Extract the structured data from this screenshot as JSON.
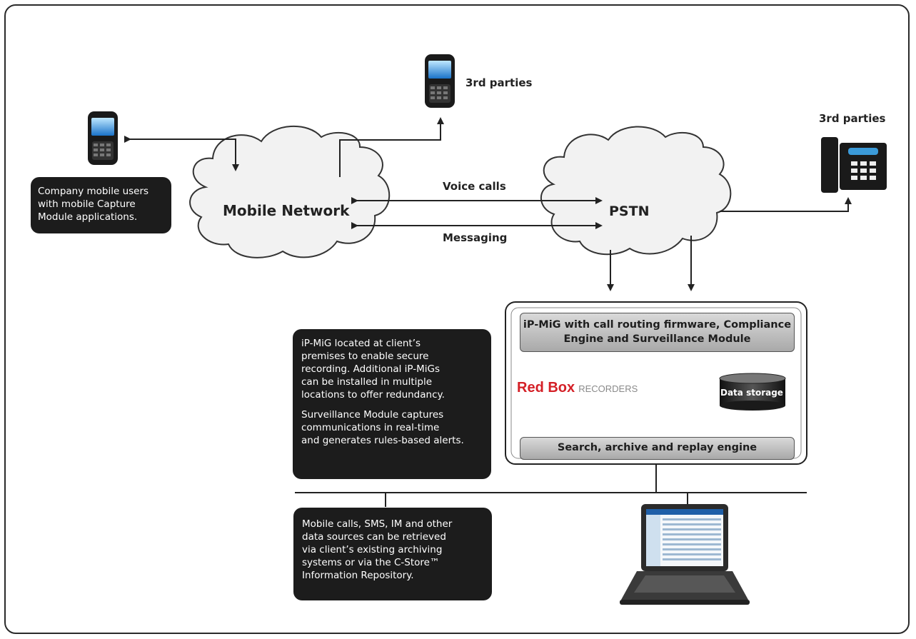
{
  "clouds": {
    "mobile_network": "Mobile Network",
    "pstn": "PSTN"
  },
  "labels": {
    "third_parties_mobile": "3rd parties",
    "third_parties_desk": "3rd parties",
    "voice_calls": "Voice calls",
    "messaging": "Messaging"
  },
  "notes": {
    "mobile_users": [
      "Company mobile users",
      "with mobile Capture",
      "Module applications."
    ],
    "ipmig_para1": [
      "iP-MiG located at client’s",
      "premises to enable secure",
      "recording. Additional iP-MiGs",
      "can be installed in multiple",
      "locations to offer redundancy."
    ],
    "ipmig_para2": [
      "Surveillance Module captures",
      "communications in real-time",
      "and generates rules-based alerts."
    ],
    "retrieval": [
      "Mobile calls, SMS, IM and other",
      "data sources can be retrieved",
      "via client’s existing archiving",
      "systems or via the C-Store™",
      "Information Repository."
    ]
  },
  "boxes": {
    "ipmig": [
      "iP-MiG with call routing firmware, Compliance",
      "Engine and Surveillance Module"
    ],
    "search": "Search, archive and replay engine",
    "data_storage": "Data storage"
  },
  "logo": {
    "red_text": "Red Box",
    "grey_text": "RECORDERS",
    "red_color": "#d42027"
  },
  "icons": [
    "mobile-phone-icon",
    "desk-phone-icon",
    "laptop-icon",
    "database-cylinder-icon",
    "cloud-icon"
  ]
}
